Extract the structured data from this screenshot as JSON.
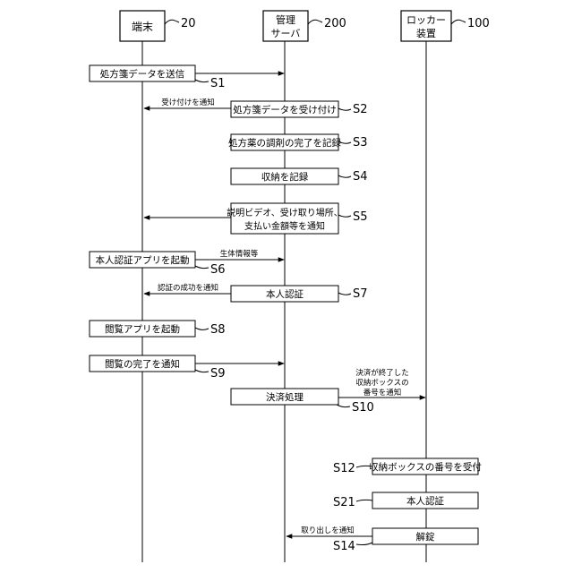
{
  "actors": {
    "terminal": {
      "label": "端末",
      "ref": "20"
    },
    "server": {
      "label_line1": "管理",
      "label_line2": "サーバ",
      "ref": "200"
    },
    "locker": {
      "label_line1": "ロッカー",
      "label_line2": "装置",
      "ref": "100"
    }
  },
  "steps": {
    "s1": {
      "box": "処方箋データを送信",
      "code": "S1"
    },
    "s2": {
      "box": "処方箋データを受け付け",
      "code": "S2",
      "arrow_label": "受け付けを通知"
    },
    "s3": {
      "box": "処方薬の調剤の完了を記録",
      "code": "S3"
    },
    "s4": {
      "box": "収納を記録",
      "code": "S4"
    },
    "s5": {
      "box_line1": "説明ビデオ、受け取り場所、",
      "box_line2": "支払い金額等を通知",
      "code": "S5"
    },
    "s6": {
      "box": "本人認証アプリを起動",
      "code": "S6",
      "arrow_label": "生体情報等"
    },
    "s7": {
      "box": "本人認証",
      "code": "S7",
      "arrow_label": "認証の成功を通知"
    },
    "s8": {
      "box": "閲覧アプリを起動",
      "code": "S8"
    },
    "s9": {
      "box": "閲覧の完了を通知",
      "code": "S9"
    },
    "s10": {
      "box": "決済処理",
      "code": "S10",
      "arrow_label_line1": "決済が終了した",
      "arrow_label_line2": "収納ボックスの",
      "arrow_label_line3": "番号を通知"
    },
    "s12": {
      "box": "収納ボックスの番号を受付",
      "code": "S12"
    },
    "s21": {
      "box": "本人認証",
      "code": "S21"
    },
    "s14": {
      "box": "解錠",
      "code": "S14",
      "arrow_label": "取り出しを通知"
    }
  }
}
